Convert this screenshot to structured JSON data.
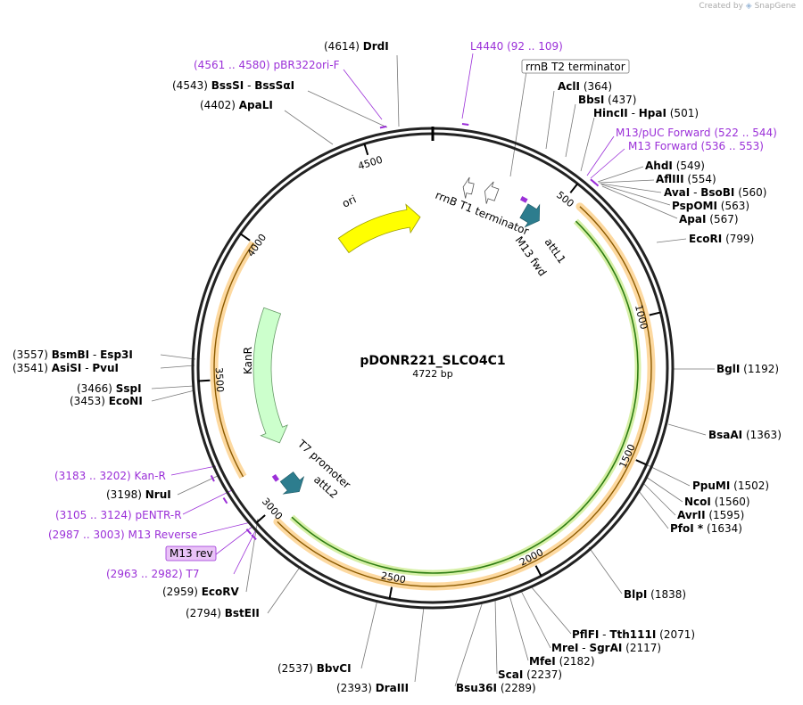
{
  "credit": {
    "prefix": "Created by",
    "brand": "SnapGene"
  },
  "plasmid": {
    "name": "pDONR221_SLCO4C1",
    "size_label": "4722 bp",
    "length": 4722
  },
  "colors": {
    "backbone": "#222222",
    "ori": "#ffff00",
    "kanr": "#ccffcc",
    "orf_fill": "#2e7d12",
    "orf_glow": "#fdd9a0",
    "att": "#2d7d8e",
    "primer": "#9b30d8",
    "terminator": "#ffffff"
  },
  "ticks": [
    {
      "pos": 500,
      "label": "500"
    },
    {
      "pos": 1000,
      "label": "1000"
    },
    {
      "pos": 1500,
      "label": "1500"
    },
    {
      "pos": 2000,
      "label": "2000"
    },
    {
      "pos": 2500,
      "label": "2500"
    },
    {
      "pos": 3000,
      "label": "3000"
    },
    {
      "pos": 3500,
      "label": "3500"
    },
    {
      "pos": 4000,
      "label": "4000"
    },
    {
      "pos": 4500,
      "label": "4500"
    }
  ],
  "features": {
    "ori": {
      "label": "ori",
      "start": 4250,
      "end": 4660
    },
    "kanr": {
      "label": "KanR",
      "start": 3200,
      "end": 3800
    },
    "rrnb_t1": {
      "label": "rrnB T1 terminator",
      "pos": 240
    },
    "rrnb_t2": {
      "label": "rrnB T2 terminator",
      "pos": 150
    },
    "attl1": {
      "label": "attL1",
      "pos": 440
    },
    "m13_fwd": {
      "label": "M13 fwd",
      "pos": 520
    },
    "attl2": {
      "label": "attL2",
      "pos": 3020
    },
    "t7_promoter": {
      "label": "T7 promoter",
      "pos": 2975
    },
    "m13_rev": {
      "label": "M13 rev"
    }
  },
  "left_labels": [
    {
      "pos": "(4614)",
      "name": "DrdI"
    },
    {
      "pos": "(4543)",
      "name": "BssSI",
      "alt": "BssSαI"
    },
    {
      "pos": "(4402)",
      "name": "ApaLI"
    },
    {
      "pos": "(3557)",
      "name": "BsmBI",
      "alt": "Esp3I"
    },
    {
      "pos": "(3541)",
      "name": "AsiSI",
      "alt": "PvuI"
    },
    {
      "pos": "(3466)",
      "name": "SspI"
    },
    {
      "pos": "(3453)",
      "name": "EcoNI"
    },
    {
      "pos": "(3198)",
      "name": "NruI"
    },
    {
      "pos": "(2959)",
      "name": "EcoRV"
    },
    {
      "pos": "(2794)",
      "name": "BstEII"
    },
    {
      "pos": "(2537)",
      "name": "BbvCI"
    },
    {
      "pos": "(2393)",
      "name": "DraIII"
    }
  ],
  "right_labels": [
    {
      "name": "AclI",
      "pos": "(364)"
    },
    {
      "name": "BbsI",
      "pos": "(437)"
    },
    {
      "name": "HincII",
      "alt": "HpaI",
      "pos": "(501)"
    },
    {
      "name": "AhdI",
      "pos": "(549)"
    },
    {
      "name": "AflIII",
      "pos": "(554)"
    },
    {
      "name": "AvaI",
      "alt": "BsoBI",
      "pos": "(560)"
    },
    {
      "name": "PspOMI",
      "pos": "(563)"
    },
    {
      "name": "ApaI",
      "pos": "(567)"
    },
    {
      "name": "EcoRI",
      "pos": "(799)"
    },
    {
      "name": "BglI",
      "pos": "(1192)"
    },
    {
      "name": "BsaAI",
      "pos": "(1363)"
    },
    {
      "name": "PpuMI",
      "pos": "(1502)"
    },
    {
      "name": "NcoI",
      "pos": "(1560)"
    },
    {
      "name": "AvrII",
      "pos": "(1595)"
    },
    {
      "name": "PfoI *",
      "pos": "(1634)"
    },
    {
      "name": "BlpI",
      "pos": "(1838)"
    },
    {
      "name": "PflFI",
      "alt": "Tth111I",
      "pos": "(2071)"
    },
    {
      "name": "MreI",
      "alt": "SgrAI",
      "pos": "(2117)"
    },
    {
      "name": "MfeI",
      "pos": "(2182)"
    },
    {
      "name": "ScaI",
      "pos": "(2237)"
    },
    {
      "name": "Bsu36I",
      "pos": "(2289)"
    }
  ],
  "primer_labels": [
    {
      "name": "L4440",
      "pos": "(92 .. 109)"
    },
    {
      "name": "pBR322ori-F",
      "pos": "(4561 .. 4580)"
    },
    {
      "name": "M13/pUC Forward",
      "pos": "(522 .. 544)"
    },
    {
      "name": "M13 Forward",
      "pos": "(536 .. 553)"
    },
    {
      "name": "Kan-R",
      "pos": "(3183 .. 3202)"
    },
    {
      "name": "pENTR-R",
      "pos": "(3105 .. 3124)"
    },
    {
      "name": "M13 Reverse",
      "pos": "(2987 .. 3003)"
    },
    {
      "name": "T7",
      "pos": "(2963 .. 2982)"
    }
  ]
}
